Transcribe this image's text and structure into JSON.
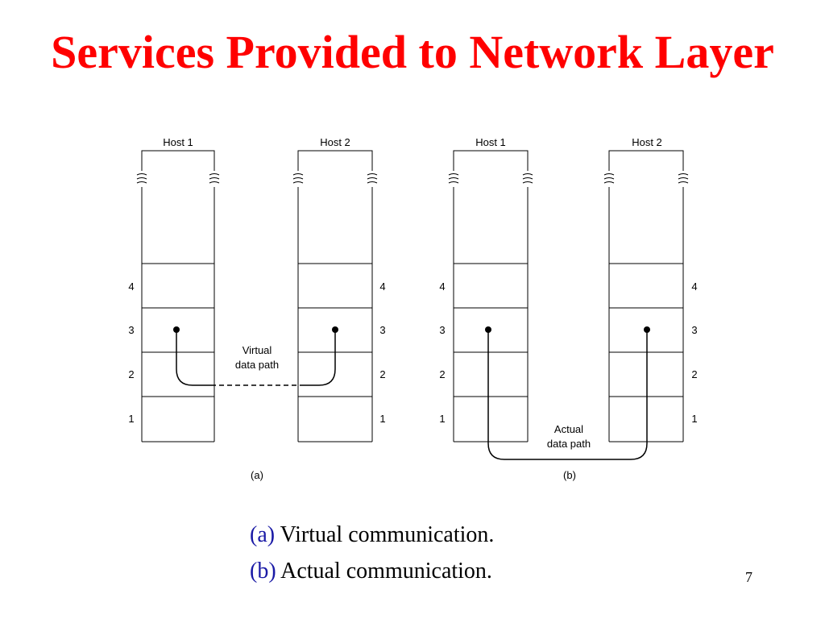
{
  "slide": {
    "title": "Services Provided to Network Layer",
    "title_color": "#ff0000",
    "page_number": "7"
  },
  "diagram": {
    "panels": [
      {
        "id": "a",
        "label": "(a)",
        "hosts": [
          "Host 1",
          "Host 2"
        ],
        "path_label_lines": [
          "Virtual",
          "data path"
        ],
        "path_style": "dashed"
      },
      {
        "id": "b",
        "label": "(b)",
        "hosts": [
          "Host 1",
          "Host 2"
        ],
        "path_label_lines": [
          "Actual",
          "data path"
        ],
        "path_style": "solid"
      }
    ],
    "layer_numbers": [
      "4",
      "3",
      "2",
      "1"
    ]
  },
  "captions": [
    {
      "tag": "(a)",
      "text": " Virtual communication."
    },
    {
      "tag": "(b)",
      "text": " Actual communication."
    }
  ],
  "colors": {
    "caption_tag": "#1a1aa6",
    "text": "#000000",
    "lines": "#000000"
  }
}
